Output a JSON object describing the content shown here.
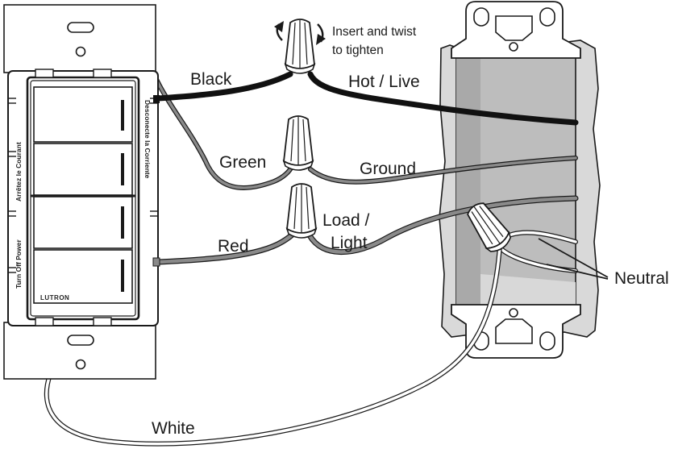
{
  "labels": {
    "black": "Black",
    "hot_live": "Hot / Live",
    "green": "Green",
    "ground": "Ground",
    "red": "Red",
    "load_line1": "Load /",
    "load_line2": "Light",
    "neutral": "Neutral",
    "white": "White",
    "instruction_line1": "Insert and twist",
    "instruction_line2": "to tighten"
  },
  "device": {
    "brand": "LUTRON",
    "warning_en": "Turn Off Power",
    "warning_fr": "Arrêtez le Courant",
    "warning_es": "Desconecte la Corriente"
  },
  "colors": {
    "black_wire": "#111111",
    "ground_wire": "#7a7a7a",
    "red_wire": "#8a8a8a",
    "white_wire": "#ffffff",
    "outline": "#1a1a1a",
    "box_fill": "#bdbdbd",
    "wall_fill": "#d9d9d9"
  },
  "icons": {
    "rotate": "twist-arrows-icon"
  }
}
